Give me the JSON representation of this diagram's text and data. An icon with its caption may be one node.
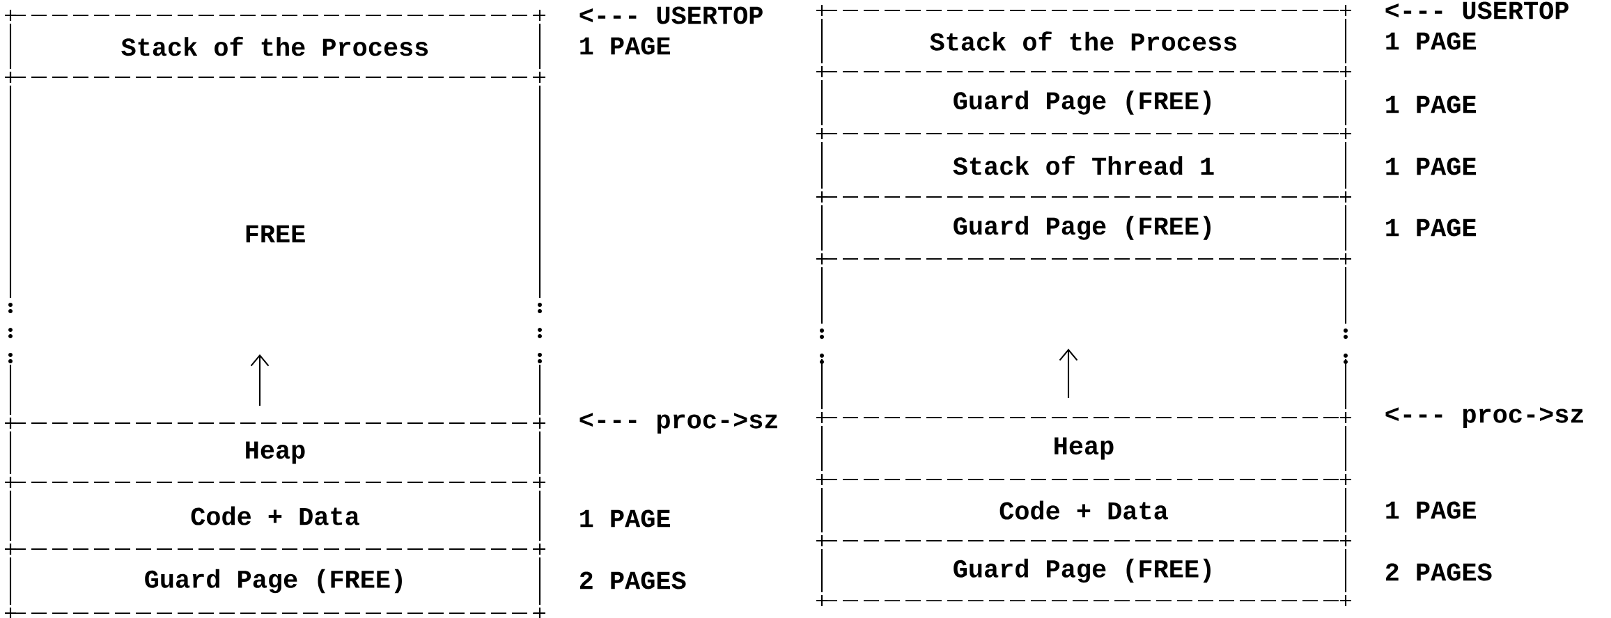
{
  "diagram": {
    "nodes": [
      {
        "text": [
          "Stack of the Process"
        ]
      },
      {
        "text": [
          "FREE"
        ]
      },
      {
        "text": [
          "Heap"
        ]
      },
      {
        "text": [
          "Code + Data"
        ]
      },
      {
        "text": [
          "Guard Page (FREE)"
        ]
      },
      {
        "text": [
          "Stack of the Process"
        ]
      },
      {
        "text": [
          "Guard Page (FREE)"
        ]
      },
      {
        "text": [
          "Stack of Thread 1"
        ]
      },
      {
        "text": [
          "Guard Page (FREE)"
        ]
      },
      {
        "text": [],
        "shape": "box"
      },
      {
        "text": [
          "Heap"
        ]
      },
      {
        "text": [
          "Code + Data"
        ]
      },
      {
        "text": [
          "Guard Page (FREE)"
        ]
      }
    ],
    "labels": [
      "<--- USERTOP",
      "1 PAGE",
      "<--- proc->sz",
      "1 PAGE",
      "2 PAGES",
      "<--- USERTOP",
      "1 PAGE",
      "1 PAGE",
      "1 PAGE",
      "1 PAGE",
      "<--- proc->sz",
      "1 PAGE",
      "2 PAGES"
    ]
  }
}
